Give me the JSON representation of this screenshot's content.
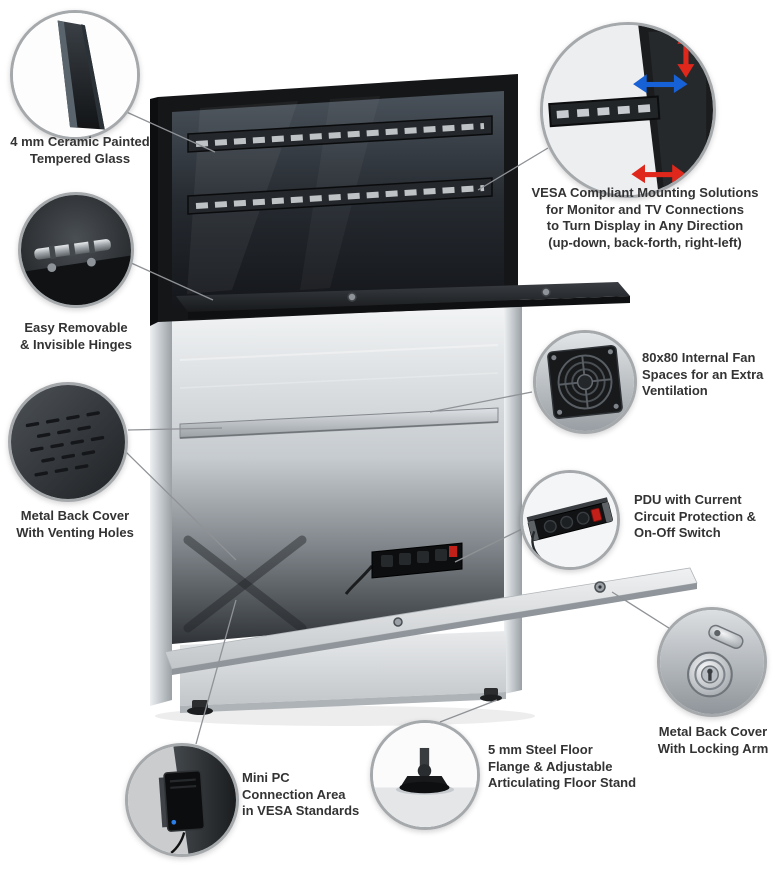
{
  "diagram": {
    "product": "freestanding display totem with service covers",
    "callouts": [
      {
        "id": "glass",
        "icon": "glass-edge-icon",
        "label": "4 mm Ceramic Painted\nTempered Glass"
      },
      {
        "id": "vesa",
        "icon": "vesa-mount-icon",
        "label": "VESA Compliant Mounting Solutions\nfor Monitor and TV Connections\nto Turn Display in Any Direction\n(up-down, back-forth, right-left)",
        "arrow_colors": {
          "red": "#e0271c",
          "blue": "#1761d6"
        }
      },
      {
        "id": "hinges",
        "icon": "hinge-icon",
        "label": "Easy Removable\n& Invisible Hinges"
      },
      {
        "id": "venting",
        "icon": "venting-holes-icon",
        "label": "Metal Back Cover\nWith Venting Holes"
      },
      {
        "id": "fan",
        "icon": "fan-icon",
        "label": "80x80 Internal Fan\nSpaces for an Extra\nVentilation"
      },
      {
        "id": "pdu",
        "icon": "pdu-icon",
        "label": "PDU with Current\nCircuit Protection &\nOn-Off Switch",
        "switch_color": "#c4201a"
      },
      {
        "id": "lock",
        "icon": "lock-icon",
        "label": "Metal Back Cover\nWith Locking Arm"
      },
      {
        "id": "floor",
        "icon": "floor-stand-icon",
        "label": "5 mm Steel Floor\nFlange & Adjustable\nArticulating Floor Stand"
      },
      {
        "id": "minipc",
        "icon": "mini-pc-icon",
        "label": "Mini PC\nConnection Area\nin VESA Standards"
      }
    ],
    "colors": {
      "text": "#333333",
      "circle_border": "#a6a9ac",
      "connector": "#8f9296"
    }
  }
}
